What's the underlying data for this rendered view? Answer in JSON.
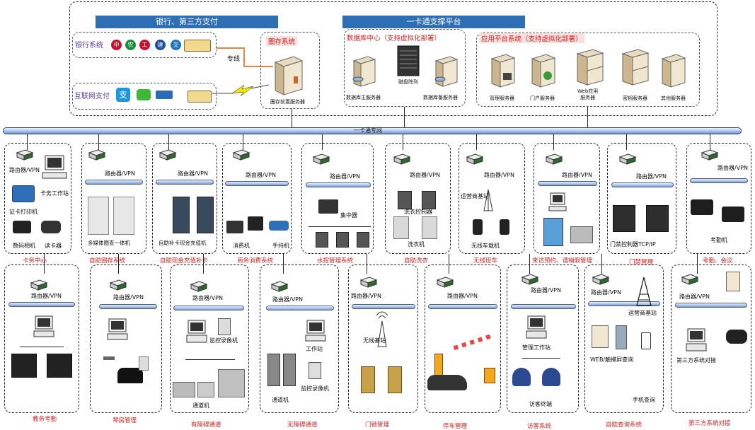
{
  "top": {
    "bank_header": "银行、第三方支付",
    "card_header": "一卡通支撑平台",
    "bank_system": "银行系统",
    "internet_pay": "互联网支付",
    "leased_line": "专线",
    "circle_system": "圈存系统",
    "circle_server": "圈存前置服务器",
    "db_center": "数据库中心（支持虚拟化部署）",
    "db_main": "数据库主服务器",
    "disk_array": "磁盘阵列",
    "db_backup": "数据库备服务器",
    "app_platform": "应用平台系统（支持虚拟化部署）",
    "servers": [
      "管理服务器",
      "门户服务器",
      "Web应用\n服务器",
      "密钥服务器",
      "其他服务器"
    ],
    "bus_label": "一卡通专网"
  },
  "common": {
    "router": "路由器/VPN"
  },
  "row1": [
    {
      "title": "卡务中心",
      "items": [
        "卡务工作站",
        "证卡打印机",
        "数码相机",
        "读卡器"
      ]
    },
    {
      "title": "自助圈存系统",
      "items": [
        "多媒体圈查一体机"
      ]
    },
    {
      "title": "自助现金充值补卡",
      "items": [
        "自助补卡现金充值机"
      ]
    },
    {
      "title": "商务消费系统",
      "items": [
        "消费机",
        "手持机"
      ]
    },
    {
      "title": "水控管理系统",
      "items": [
        "集中器"
      ]
    },
    {
      "title": "自助洗衣",
      "items": [
        "洗衣控制器",
        "洗衣机"
      ]
    },
    {
      "title": "无线班车",
      "items": [
        "运营商基站",
        "无线车载机"
      ]
    },
    {
      "title": "来访预约、请销假管理",
      "items": []
    },
    {
      "title": "门禁管理",
      "items": [
        "门禁控制器TCP/IP"
      ]
    },
    {
      "title": "考勤、会议",
      "items": [
        "考勤机"
      ]
    }
  ],
  "row2": [
    {
      "title": "教务考勤",
      "items": []
    },
    {
      "title": "琴房管理",
      "items": []
    },
    {
      "title": "有障碍通道",
      "items": [
        "监控录像机",
        "通道机"
      ]
    },
    {
      "title": "无障碍通道",
      "items": [
        "工作站",
        "监控录像机",
        "通道机"
      ]
    },
    {
      "title": "门锁管理",
      "items": [
        "无线基站"
      ]
    },
    {
      "title": "停车管理",
      "items": []
    },
    {
      "title": "访客系统",
      "items": [
        "管理工作站",
        "访客终端"
      ]
    },
    {
      "title": "自助查询系统",
      "items": [
        "运营商基站",
        "WEB/触摸屏查询",
        "手机查询"
      ]
    },
    {
      "title": "第三方系统对接",
      "items": [
        "第三方系统对接"
      ]
    }
  ],
  "colors": {
    "header": "#2e6eb5",
    "label_red": "#d21e1e",
    "purple": "#5a3b9a",
    "bus": "#a8c3ee"
  }
}
